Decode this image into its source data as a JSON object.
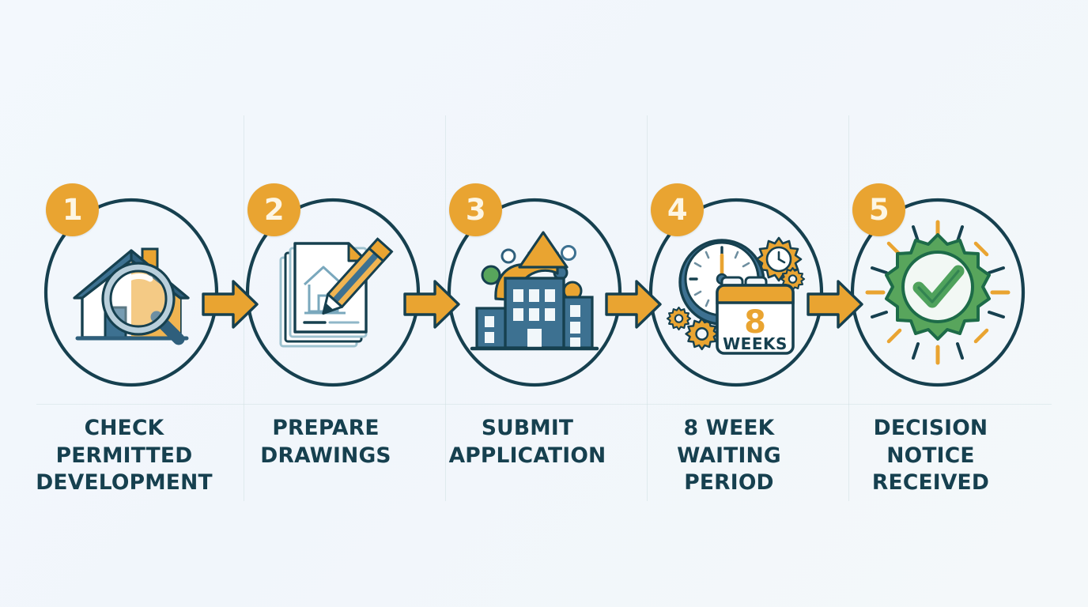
{
  "theme": {
    "background": "#f2f7fc",
    "outline": "#16404f",
    "accent_orange": "#e9a431",
    "accent_orange_light": "#f0b954",
    "blue": "#3d7191",
    "blue_dark": "#2f5f7c",
    "green": "#58a55c",
    "green_dark": "#2f7d4f",
    "grid_line": "#cfe0e2",
    "badge_number": "#fdf6e4",
    "label_text": "#16404f",
    "paper_white": "#ffffff"
  },
  "diagram": {
    "type": "horizontal-process-flow",
    "step_count": 5,
    "connector": "chevron-arrow",
    "steps": [
      {
        "number": "1",
        "label": "CHECK\nPERMITTED\nDEVELOPMENT",
        "icon": "house-magnifier-icon"
      },
      {
        "number": "2",
        "label": "PREPARE\nDRAWINGS",
        "icon": "drawings-pencil-icon"
      },
      {
        "number": "3",
        "label": "SUBMIT\nAPPLICATION",
        "icon": "building-upload-arrow-icon"
      },
      {
        "number": "4",
        "label": "8 WEEK\nWAITING\nPERIOD",
        "icon": "clock-calendar-gears-icon",
        "calendar": {
          "count": "8",
          "unit": "WEEKS"
        }
      },
      {
        "number": "5",
        "label": "DECISION\nNOTICE\nRECEIVED",
        "icon": "approved-badge-check-icon"
      }
    ],
    "arrows": [
      {
        "name": "arrow-step1-to-step2"
      },
      {
        "name": "arrow-step2-to-step3"
      },
      {
        "name": "arrow-step3-to-step4"
      },
      {
        "name": "arrow-step4-to-step5"
      }
    ]
  }
}
